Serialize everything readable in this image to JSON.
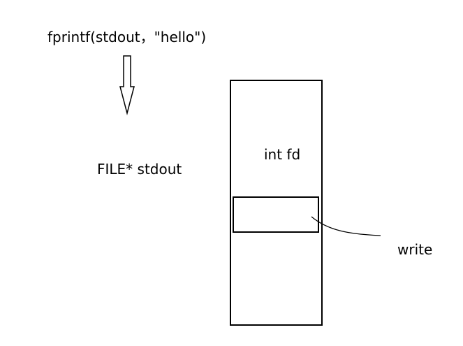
{
  "labels": {
    "call": "fprintf(stdout，\"hello\")",
    "file_ptr": "FILE* stdout",
    "fd": "int fd",
    "write": "write"
  },
  "colors": {
    "stroke": "#000000",
    "background": "#ffffff"
  }
}
